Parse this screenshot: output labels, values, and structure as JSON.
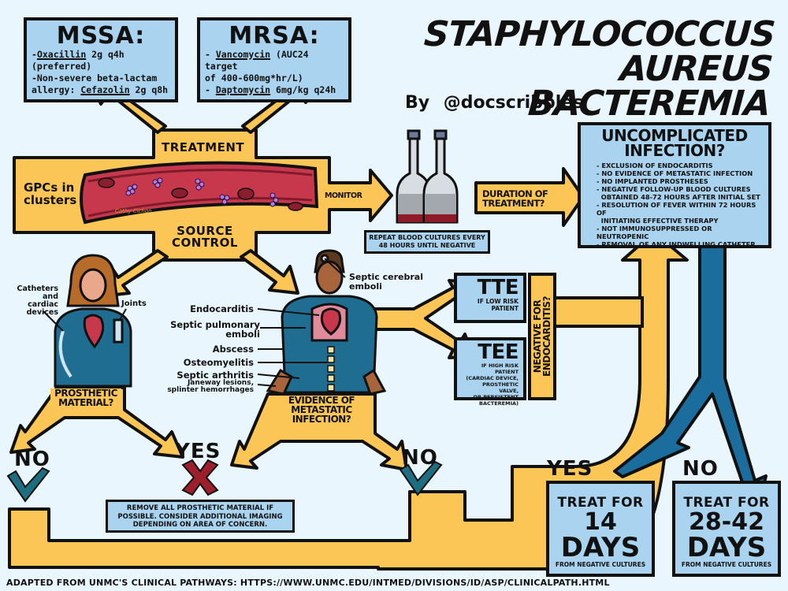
{
  "header": {
    "title_line1": "STAPHYLOCOCCUS",
    "title_line2": "AUREUS BACTEREMIA",
    "byline_prefix": "By",
    "byline_handle": "@docscribbles"
  },
  "mssa": {
    "heading": "MSSA:",
    "lines": [
      {
        "prefix": "-",
        "drug": "Oxacillin",
        "rest": " 2g q4h (preferred)"
      },
      {
        "prefix": "-Non-severe beta-lactam",
        "drug": "",
        "rest": ""
      },
      {
        "prefix": "allergy: ",
        "drug": "Cefazolin",
        "rest": " 2g q8h"
      }
    ]
  },
  "mrsa": {
    "heading": "MRSA:",
    "lines": [
      {
        "prefix": "- ",
        "drug": "Vancomycin",
        "rest": " (AUC24 target"
      },
      {
        "prefix": "of 400-600mg*hr/L)",
        "drug": "",
        "rest": ""
      },
      {
        "prefix": "- ",
        "drug": "Daptomycin",
        "rest": " 6mg/kg q24h"
      }
    ]
  },
  "central": {
    "treatment_label": "TREATMENT",
    "source_control_line1": "SOURCE",
    "source_control_line2": "CONTROL",
    "gpc_label_line1": "GPCs in",
    "gpc_label_line2": "clusters",
    "artist_signature": "Cathy Cichon",
    "monitor_label": "MONITOR"
  },
  "blood_cultures": {
    "line1": "REPEAT BLOOD CULTURES EVERY",
    "line2": "48 HOURS UNTIL NEGATIVE"
  },
  "duration": {
    "line1": "DURATION OF",
    "line2": "TREATMENT?"
  },
  "uncomplicated": {
    "heading_line1": "UNCOMPLICATED",
    "heading_line2": "INFECTION?",
    "criteria": [
      "- Exclusion of endocarditis",
      "- No evidence of metastatic infection",
      "- No implanted prostheses",
      "- Negative follow-up blood cultures",
      "  obtained 48-72 hours after initial set",
      "- Resolution of fever within 72 hours of",
      "  initiating effective therapy",
      "- Not immunosuppressed or neutropenic",
      "- Removal of any indwelling catheter"
    ]
  },
  "prosthetic_patient": {
    "annotations": {
      "catheters_line1": "Catheters",
      "catheters_line2": "and cardiac",
      "catheters_line3": "devices",
      "joints": "Joints"
    },
    "question_line1": "PROSTHETIC",
    "question_line2": "MATERIAL?"
  },
  "metastatic_patient": {
    "annotations": {
      "cerebral_line1": "Septic cerebral",
      "cerebral_line2": "emboli",
      "endocarditis": "Endocarditis",
      "pulmonary_line1": "Septic pulmonary",
      "pulmonary_line2": "emboli",
      "abscess": "Abscess",
      "osteomyelitis": "Osteomyelitis",
      "arthritis": "Septic arthritis",
      "janeway_line1": "Janeway lesions,",
      "janeway_line2": "splinter hemorrhages"
    },
    "question_line1": "EVIDENCE OF",
    "question_line2": "METASTATIC",
    "question_line3": "INFECTION?"
  },
  "echo": {
    "tte": {
      "heading": "TTE",
      "line1": "IF LOW RISK",
      "line2": "PATIENT"
    },
    "tee": {
      "heading": "TEE",
      "lines": [
        "IF HIGH RISK PATIENT",
        "(CARDIAC DEVICE,",
        "PROSTHETIC VALVE,",
        "OR PERSISTENT",
        "BACTEREMIA)"
      ]
    },
    "negative_line1": "NEGATIVE FOR",
    "negative_line2": "ENDOCARDITIS?"
  },
  "decisions": {
    "prosthetic_no": "NO",
    "prosthetic_yes": "YES",
    "metastatic_no": "NO",
    "uncomplicated_yes": "YES",
    "uncomplicated_no": "NO"
  },
  "remove_prosthetic": {
    "line1": "REMOVE ALL PROSTHETIC MATERIAL IF",
    "line2": "POSSIBLE. CONSIDER ADDITIONAL IMAGING",
    "line3": "DEPENDING ON AREA OF CONCERN."
  },
  "treat_14": {
    "line1": "TREAT FOR",
    "number": "14",
    "unit": "DAYS",
    "note": "FROM NEGATIVE CULTURES"
  },
  "treat_28": {
    "line1": "TREAT FOR",
    "number": "28-42",
    "unit": "DAYS",
    "note": "FROM NEGATIVE CULTURES"
  },
  "footer": {
    "text": "ADAPTED FROM UNMC'S CLINICAL PATHWAYS: HTTPS://WWW.UNMC.EDU/INTMED/DIVISIONS/ID/ASP/CLINICALPATH.HTML"
  },
  "colors": {
    "background": "#e9f6fd",
    "box_blue": "#a9d3ee",
    "arrow_yellow": "#fbc655",
    "arrow_blue": "#1a6d9c",
    "vessel_red": "#c8384c",
    "check_teal": "#1e6e82",
    "x_red": "#9e1f2c",
    "outline": "#111111"
  }
}
